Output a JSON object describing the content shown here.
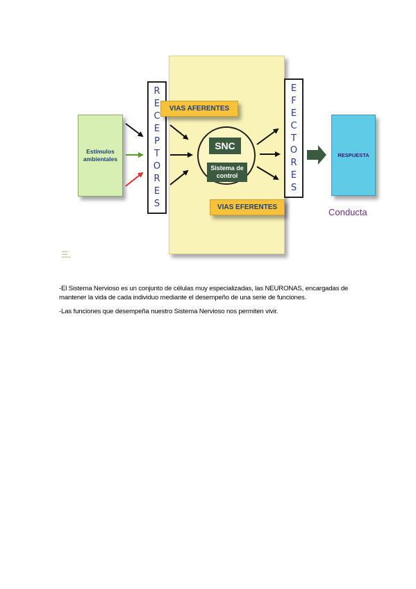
{
  "diagram": {
    "stimulus": "Estímulos ambientales",
    "receptores_letters": [
      "R",
      "E",
      "C",
      "E",
      "P",
      "T",
      "O",
      "R",
      "E",
      "S"
    ],
    "efectores_letters": [
      "E",
      "F",
      "E",
      "C",
      "T",
      "O",
      "R",
      "E",
      "S"
    ],
    "vias_aferentes": "VIAS AFERENTES",
    "vias_eferentes": "VIAS EFERENTES",
    "snc": "SNC",
    "sistema_control": "Sistema de control",
    "respuesta": "RESPUESTA",
    "conducta": "Conducta",
    "colors": {
      "panel": "#f9f3b8",
      "stimulus_box": "#d8efb4",
      "response_box": "#5fcbe7",
      "tag": "#f7c23a",
      "snc_box": "#3c5a40",
      "arrow_black": "#111111",
      "arrow_green": "#5a9a2a",
      "arrow_red": "#e03030",
      "big_arrow": "#3c5a40"
    }
  },
  "logo_text": "salud y medio ambiente",
  "text": {
    "paragraph1": "-El Sistema Nervioso es un conjunto de células muy especializadas, las NEURONAS, encargadas de mantener la vida de cada individuo mediante el desempeño de una serie de funciones.",
    "paragraph2": "-Las funciones que desempeña nuestro Sistema Nervioso nos permiten vivir."
  }
}
